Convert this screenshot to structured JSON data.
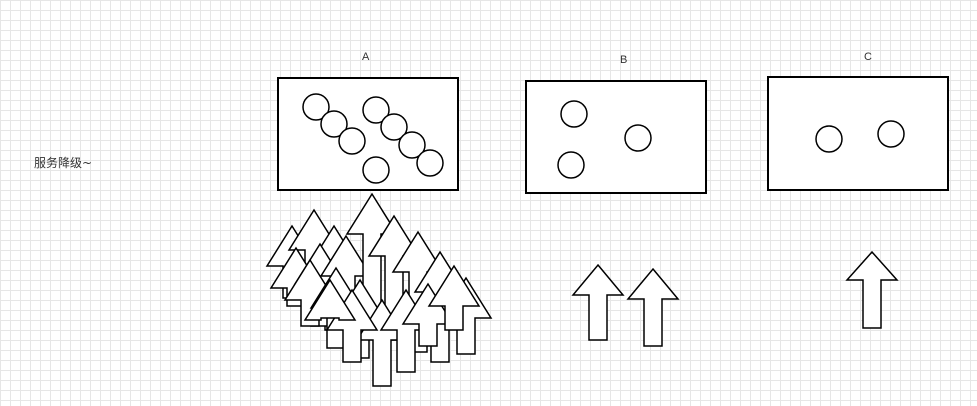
{
  "note": "服务降级~",
  "servers": [
    {
      "label": "A",
      "clients": 20
    },
    {
      "label": "B",
      "clients": 2
    },
    {
      "label": "C",
      "clients": 1
    }
  ],
  "colors": {
    "stroke": "#000000",
    "fill": "#ffffff",
    "grid": "#e6e6e6"
  }
}
